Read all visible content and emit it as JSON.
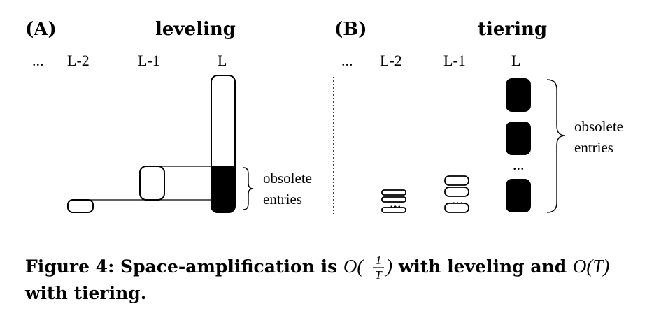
{
  "panel_a": {
    "label": "(A)",
    "title": "leveling",
    "levels": [
      "...",
      "L-2",
      "L-1",
      "L"
    ],
    "annotation": [
      "obsolete",
      "entries"
    ]
  },
  "panel_b": {
    "label": "(B)",
    "title": "tiering",
    "levels": [
      "...",
      "L-2",
      "L-1",
      "L"
    ],
    "annotation": [
      "obsolete",
      "entries"
    ],
    "ellipsis": "..."
  },
  "caption": {
    "line1_part1": "Figure 4: Space-amplification is ",
    "math1_o": "O(",
    "math1_num": "1",
    "math1_den": "T",
    "math1_close": ")",
    "line1_part2": " with leveling and ",
    "math2": "O(T)",
    "line2": "with tiering."
  }
}
